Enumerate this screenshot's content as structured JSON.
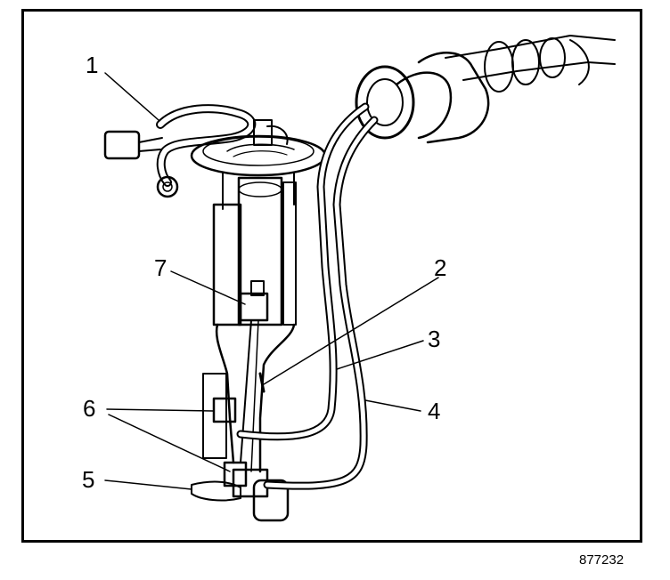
{
  "figure": {
    "figure_id": "877232",
    "callouts": [
      "1",
      "2",
      "3",
      "4",
      "5",
      "6",
      "7"
    ]
  }
}
